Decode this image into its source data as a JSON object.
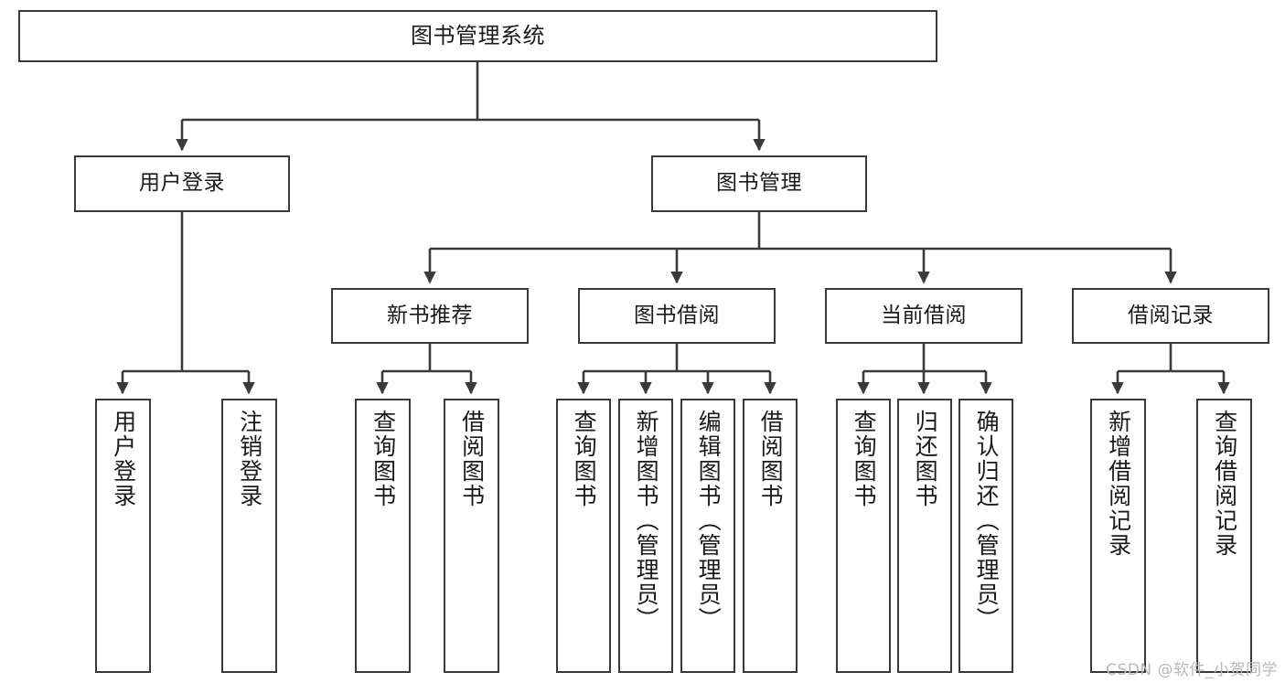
{
  "diagram": {
    "title": "图书管理系统",
    "type": "tree-hierarchy",
    "watermark": "CSDN @软件_小贺同学",
    "colors": {
      "box_border": "#3a3a3a",
      "box_fill": "#ffffff",
      "edge": "#3a3a3a",
      "text": "#1a1a1a",
      "watermark": "#b9b9b9"
    },
    "nodes": {
      "root": {
        "label": "图书管理系统"
      },
      "level2": [
        {
          "id": "user-login",
          "label": "用户登录"
        },
        {
          "id": "book-management",
          "label": "图书管理"
        }
      ],
      "level3": [
        {
          "id": "new-book-recommend",
          "label": "新书推荐"
        },
        {
          "id": "book-borrow",
          "label": "图书借阅"
        },
        {
          "id": "current-borrow",
          "label": "当前借阅"
        },
        {
          "id": "borrow-record",
          "label": "借阅记录"
        }
      ],
      "leaves": {
        "user-login": [
          {
            "id": "leaf-user-login",
            "label": "用户登录"
          },
          {
            "id": "leaf-logout-login",
            "label": "注销登录"
          }
        ],
        "new-book-recommend": [
          {
            "id": "leaf-query-book-1",
            "label": "查询图书"
          },
          {
            "id": "leaf-borrow-book-1",
            "label": "借阅图书"
          }
        ],
        "book-borrow": [
          {
            "id": "leaf-query-book-2",
            "label": "查询图书"
          },
          {
            "id": "leaf-add-book",
            "label": "新增图书（管理员）"
          },
          {
            "id": "leaf-edit-book",
            "label": "编辑图书（管理员）"
          },
          {
            "id": "leaf-borrow-book-2",
            "label": "借阅图书"
          }
        ],
        "current-borrow": [
          {
            "id": "leaf-query-book-3",
            "label": "查询图书"
          },
          {
            "id": "leaf-return-book",
            "label": "归还图书"
          },
          {
            "id": "leaf-confirm-return",
            "label": "确认归还（管理员）"
          }
        ],
        "borrow-record": [
          {
            "id": "leaf-add-record",
            "label": "新增借阅记录"
          },
          {
            "id": "leaf-query-record",
            "label": "查询借阅记录"
          }
        ]
      }
    }
  }
}
